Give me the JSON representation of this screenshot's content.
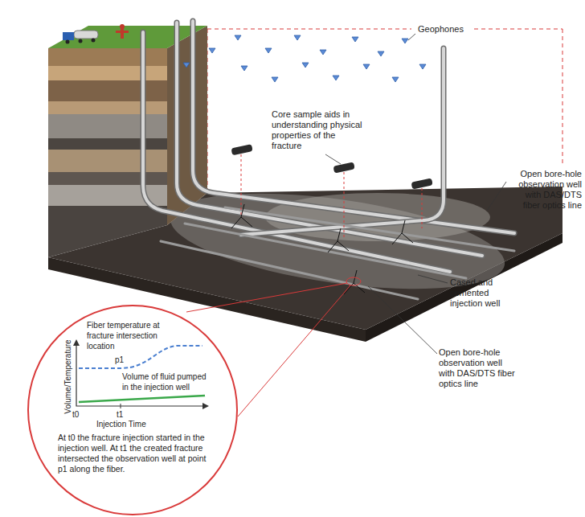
{
  "diagram": {
    "nodes": [
      {
        "text": [
          "Fiber temperature at fracture intersection location",
          "p1",
          "Volume of fluid pumped in the injection well",
          "Volume/Temperature",
          "t0",
          "t1",
          "Injection Time",
          "At t0 the fracture injection started in the injection well. At t1 the created fracture intersected the observation well at point p1 along the fiber."
        ]
      }
    ],
    "labels": [
      "Geophones",
      "Core sample aids in understanding physical properties of the fracture",
      "Open bore-hole observation well with DAS/DTS fiber optics line",
      "Cased and cemented injection well",
      "Open bore-hole observation well with DAS/DTS fiber optics line"
    ]
  }
}
